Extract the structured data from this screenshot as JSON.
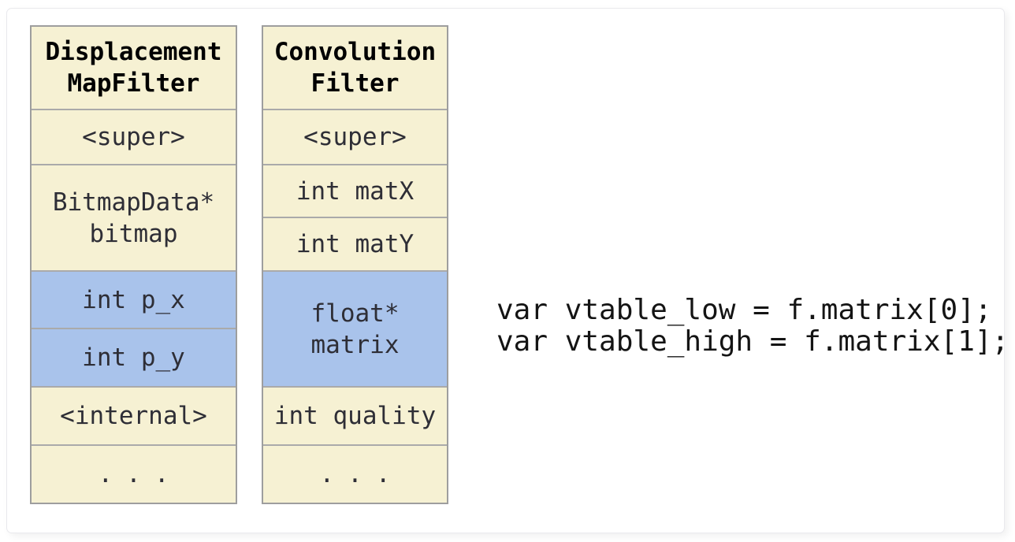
{
  "colors": {
    "cell_background": "#f6f1d3",
    "highlight_background": "#a9c3eb",
    "cell_border": "#9e9e9e"
  },
  "diagram": {
    "structs": [
      {
        "title": "Displacement\nMapFilter",
        "fields": [
          {
            "label": "<super>",
            "highlighted": false
          },
          {
            "label": "BitmapData*\nbitmap",
            "highlighted": false
          },
          {
            "label": "int p_x",
            "highlighted": true
          },
          {
            "label": "int p_y",
            "highlighted": true
          },
          {
            "label": "<internal>",
            "highlighted": false
          },
          {
            "label": "...",
            "highlighted": false
          }
        ]
      },
      {
        "title": "Convolution\nFilter",
        "fields": [
          {
            "label": "<super>",
            "highlighted": false
          },
          {
            "label": "int matX",
            "highlighted": false
          },
          {
            "label": "int matY",
            "highlighted": false
          },
          {
            "label": "float*\nmatrix",
            "highlighted": true
          },
          {
            "label": "int quality",
            "highlighted": false
          },
          {
            "label": "...",
            "highlighted": false
          }
        ]
      }
    ]
  },
  "code": {
    "lines": [
      "var vtable_low = f.matrix[0];",
      "var vtable_high = f.matrix[1];"
    ]
  }
}
